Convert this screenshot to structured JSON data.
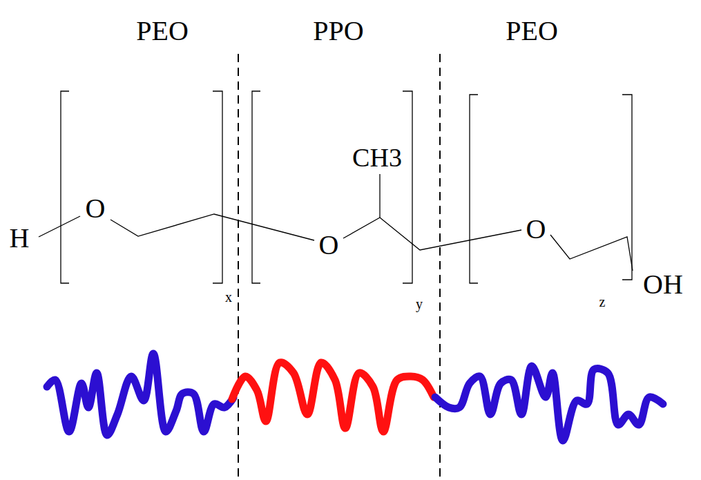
{
  "diagram": {
    "labels": [
      "PEO",
      "PPO",
      "PEO",
      "H",
      "O",
      "x",
      "CH3",
      "O",
      "y",
      "O",
      "z",
      "OH"
    ]
  }
}
